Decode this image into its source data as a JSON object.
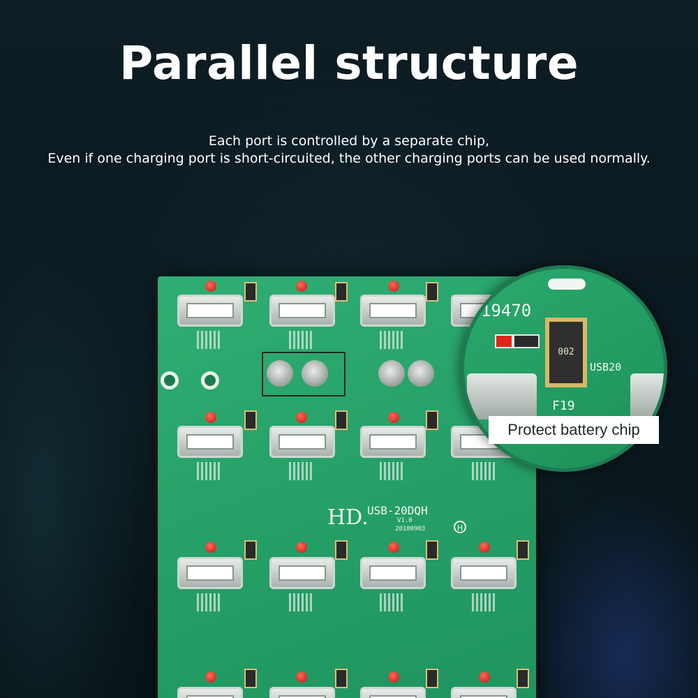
{
  "heading": {
    "title": "Parallel structure",
    "line1": "Each port is controlled by a separate chip,",
    "line2": "Even if one charging port is short-circuited, the other charging ports can be used normally."
  },
  "board": {
    "brand": "HD.",
    "model": "USB-20DQH",
    "version": "V1.0",
    "date": "20180903",
    "mark": "H"
  },
  "magnifier": {
    "code": "19470",
    "chip_code": "002",
    "usb_label": "USB20",
    "fuse_label": "F19",
    "label": "Protect battery chip"
  },
  "colors": {
    "background": "#0c1a22",
    "board_green": "#25a068",
    "led_red": "#c4140c"
  }
}
